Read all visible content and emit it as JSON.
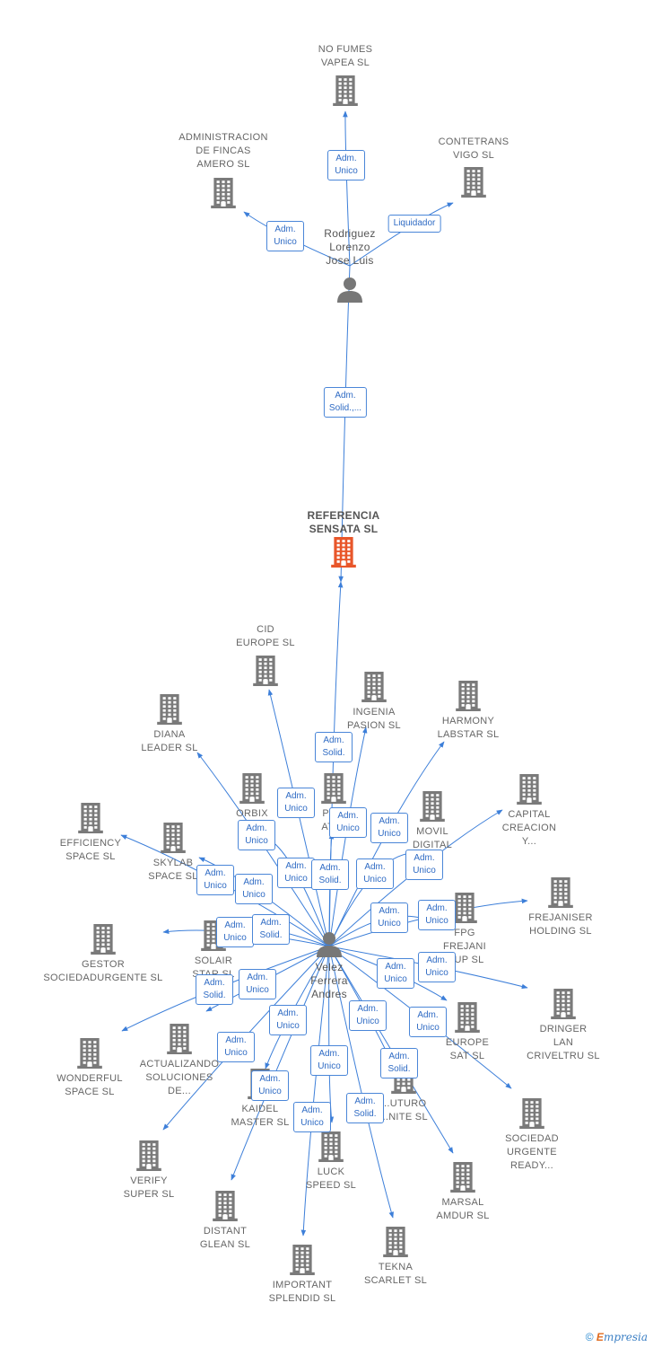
{
  "colors": {
    "edge": "#3d7fd9",
    "building": "#7a7a7a",
    "building_main": "#e8562a",
    "badge_border": "#4a86d8",
    "badge_text": "#2f6bc4"
  },
  "footer": {
    "copyright": "©",
    "brand_initial": "E",
    "brand_rest": "mpresia"
  },
  "nodes": [
    {
      "id": "referencia",
      "label": "REFERENCIA\nSENSATA  SL",
      "kind": "company-main"
    },
    {
      "id": "rodriguez",
      "label": "Rodriguez\nLorenzo\nJose Luis",
      "kind": "person"
    },
    {
      "id": "velez",
      "label": "Velez\nFerrera\nAndres",
      "kind": "person"
    },
    {
      "id": "nofumes",
      "label": "NO FUMES\nVAPEA  SL",
      "kind": "company"
    },
    {
      "id": "admfincas",
      "label": "ADMINISTRACION\nDE FINCAS\nAMERO  SL",
      "kind": "company"
    },
    {
      "id": "contetrans",
      "label": "CONTETRANS\nVIGO SL",
      "kind": "company"
    },
    {
      "id": "cid",
      "label": "CID\nEUROPE  SL",
      "kind": "company"
    },
    {
      "id": "ingenia",
      "label": "INGENIA\nPASION  SL",
      "kind": "company"
    },
    {
      "id": "harmony",
      "label": "HARMONY\nLABSTAR SL",
      "kind": "company"
    },
    {
      "id": "diana",
      "label": "DIANA\nLEADER  SL",
      "kind": "company"
    },
    {
      "id": "orbix",
      "label": "ORBIX\nWO...",
      "kind": "company"
    },
    {
      "id": "pe",
      "label": "PE...\nATI...",
      "kind": "company"
    },
    {
      "id": "movil",
      "label": "MOVIL\nDIGITAL\n...",
      "kind": "company"
    },
    {
      "id": "capital",
      "label": "CAPITAL\nCREACION\nY...",
      "kind": "company"
    },
    {
      "id": "efficiency",
      "label": "EFFICIENCY\nSPACE SL",
      "kind": "company"
    },
    {
      "id": "skylab",
      "label": "SKYLAB\nSPACE  SL",
      "kind": "company"
    },
    {
      "id": "frejaniser",
      "label": "FREJANISER\nHOLDING  SL",
      "kind": "company"
    },
    {
      "id": "gestor",
      "label": "GESTOR\nSOCIEDADURGENTE SL",
      "kind": "company"
    },
    {
      "id": "solair",
      "label": "SOLAIR\nSTAR  SL",
      "kind": "company"
    },
    {
      "id": "fpg",
      "label": "FPG\nFREJANI\n...UP  SL",
      "kind": "company"
    },
    {
      "id": "dringer",
      "label": "DRINGER\nLAN\nCRIVELTRU SL",
      "kind": "company"
    },
    {
      "id": "wonderful",
      "label": "WONDERFUL\nSPACE  SL",
      "kind": "company"
    },
    {
      "id": "actualizando",
      "label": "ACTUALIZANDO\nSOLUCIONES\nDE...",
      "kind": "company"
    },
    {
      "id": "europesat",
      "label": "EUROPE\nSAT  SL",
      "kind": "company"
    },
    {
      "id": "kaidel",
      "label": "KAIDEL\nMASTER  SL",
      "kind": "company"
    },
    {
      "id": "futuro",
      "label": "...UTURO\n...NITE  SL",
      "kind": "company"
    },
    {
      "id": "sociedad",
      "label": "SOCIEDAD\nURGENTE\nREADY...",
      "kind": "company"
    },
    {
      "id": "verify",
      "label": "VERIFY\nSUPER  SL",
      "kind": "company"
    },
    {
      "id": "luck",
      "label": "LUCK\nSPEED  SL",
      "kind": "company"
    },
    {
      "id": "marsal",
      "label": "MARSAL\nAMDUR  SL",
      "kind": "company"
    },
    {
      "id": "distant",
      "label": "DISTANT\nGLEAN  SL",
      "kind": "company"
    },
    {
      "id": "tekna",
      "label": "TEKNA\nSCARLET  SL",
      "kind": "company"
    },
    {
      "id": "important",
      "label": "IMPORTANT\nSPLENDID  SL",
      "kind": "company"
    }
  ],
  "edges": [
    {
      "from": "rodriguez",
      "to": "nofumes",
      "label": "Adm.\nUnico"
    },
    {
      "from": "rodriguez",
      "to": "admfincas",
      "label": "Adm.\nUnico"
    },
    {
      "from": "rodriguez",
      "to": "contetrans",
      "label": "Liquidador"
    },
    {
      "from": "rodriguez",
      "to": "referencia",
      "label": "Adm.\nSolid.,..."
    },
    {
      "from": "velez",
      "to": "referencia",
      "label": "Adm.\nSolid."
    },
    {
      "from": "velez",
      "to": "cid",
      "label": "Adm.\nUnico"
    },
    {
      "from": "velez",
      "to": "ingenia",
      "label": "Adm.\nUnico"
    },
    {
      "from": "velez",
      "to": "harmony",
      "label": "Adm.\nUnico"
    },
    {
      "from": "velez",
      "to": "diana",
      "label": "Adm.\nUnico"
    },
    {
      "from": "velez",
      "to": "orbix",
      "label": "Adm.\nUnico"
    },
    {
      "from": "velez",
      "to": "pe",
      "label": "Adm.\nSolid."
    },
    {
      "from": "velez",
      "to": "movil",
      "label": "Adm.\nUnico"
    },
    {
      "from": "velez",
      "to": "capital",
      "label": "Adm.\nUnico"
    },
    {
      "from": "velez",
      "to": "efficiency",
      "label": "Adm.\nUnico"
    },
    {
      "from": "velez",
      "to": "skylab",
      "label": "Adm.\nUnico"
    },
    {
      "from": "velez",
      "to": "frejaniser",
      "label": "Adm.\nUnico"
    },
    {
      "from": "velez",
      "to": "gestor",
      "label": "Adm.\nUnico"
    },
    {
      "from": "velez",
      "to": "solair",
      "label": "Adm.\nSolid."
    },
    {
      "from": "velez",
      "to": "fpg",
      "label": "Adm.\nUnico"
    },
    {
      "from": "velez",
      "to": "dringer",
      "label": "Adm.\nUnico"
    },
    {
      "from": "velez",
      "to": "wonderful",
      "label": "Adm.\nSolid."
    },
    {
      "from": "velez",
      "to": "actualizando",
      "label": "Adm.\nUnico"
    },
    {
      "from": "velez",
      "to": "europesat",
      "label": "Adm.\nUnico"
    },
    {
      "from": "velez",
      "to": "kaidel",
      "label": "Adm.\nUnico"
    },
    {
      "from": "velez",
      "to": "futuro",
      "label": "Adm.\nUnico"
    },
    {
      "from": "velez",
      "to": "sociedad",
      "label": "Adm.\nUnico"
    },
    {
      "from": "velez",
      "to": "verify",
      "label": "Adm.\nUnico"
    },
    {
      "from": "velez",
      "to": "luck",
      "label": "Adm.\nUnico"
    },
    {
      "from": "velez",
      "to": "marsal",
      "label": "Adm.\nSolid."
    },
    {
      "from": "velez",
      "to": "distant",
      "label": "Adm.\nUnico"
    },
    {
      "from": "velez",
      "to": "tekna",
      "label": "Adm.\nSolid."
    },
    {
      "from": "velez",
      "to": "important",
      "label": "Adm.\nUnico"
    }
  ]
}
